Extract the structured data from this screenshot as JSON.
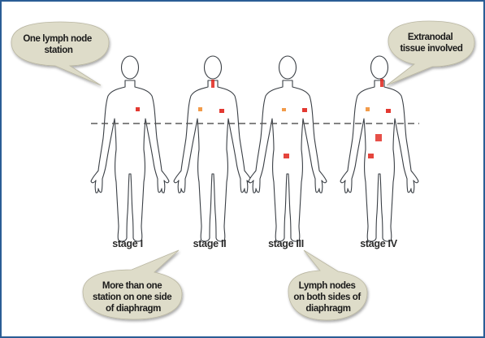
{
  "callouts": {
    "one_node": [
      "One lymph node",
      "station"
    ],
    "extranodal": [
      "Extranodal",
      "tissue involved"
    ],
    "one_side": [
      "More than one",
      "station on one side",
      "of diaphragm"
    ],
    "both_sides": [
      "Lymph nodes",
      "on both sides of",
      "diaphragm"
    ]
  },
  "stages": [
    {
      "label": "stage I"
    },
    {
      "label": "stage II"
    },
    {
      "label": "stage III"
    },
    {
      "label": "stage IV"
    }
  ],
  "colors": {
    "frame_border": "#2a5d95",
    "body_outline": "#3a3f45",
    "node_red": "#e0241b",
    "node_orange": "#f08a2a",
    "callout_fill": "#dedcc9",
    "diaphragm_line": "#5a5a5a"
  }
}
